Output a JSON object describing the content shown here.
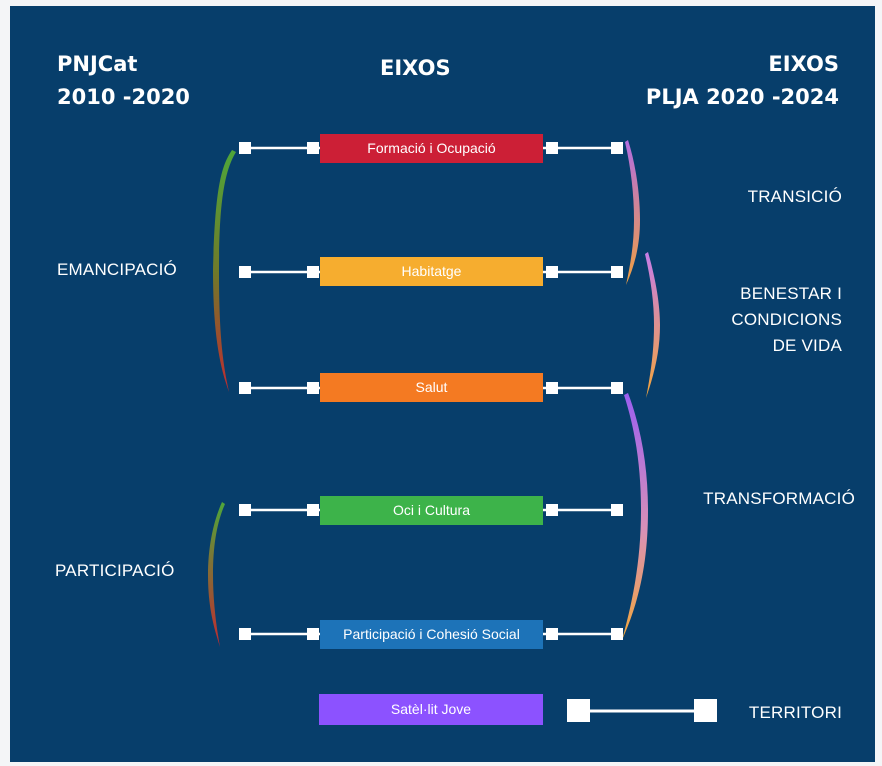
{
  "headers": {
    "left_line1": "PNJCat",
    "left_line2": "2010 -2020",
    "center": "EIXOS",
    "right_line1": "EIXOS",
    "right_line2": "PLJA 2020 -2024"
  },
  "left_groups": {
    "emancipacio": "EMANCIPACIÓ",
    "participacio": "PARTICIPACIÓ"
  },
  "axes": [
    {
      "label": "Formació i Ocupació",
      "color": "#cc1f36"
    },
    {
      "label": "Habitatge",
      "color": "#f6ad2f"
    },
    {
      "label": "Salut",
      "color": "#f47a22"
    },
    {
      "label": "Oci i Cultura",
      "color": "#3db34a"
    },
    {
      "label": "Participació i Cohesió Social",
      "color": "#1d73b8"
    },
    {
      "label": "Satèl·lit Jove",
      "color": "#8c52ff"
    }
  ],
  "right_groups": {
    "transicio": "TRANSICIÓ",
    "benestar_line1": "BENESTAR I",
    "benestar_line2": "CONDICIONS",
    "benestar_line3": "DE VIDA",
    "transformacio": "TRANSFORMACIÓ",
    "territori": "TERRITORI"
  },
  "colors": {
    "background": "#073e6b",
    "connector": "#ffffff"
  }
}
